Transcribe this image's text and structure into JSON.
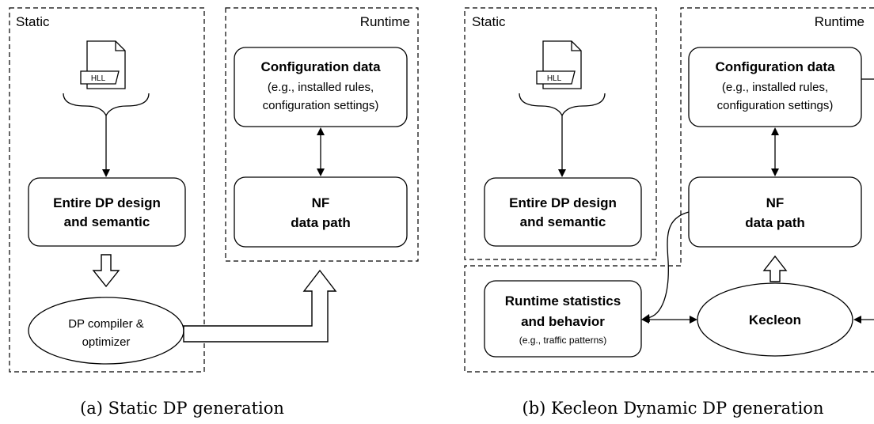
{
  "panel_a": {
    "static_label": "Static",
    "runtime_label": "Runtime",
    "hll_label": "HLL",
    "config_title": "Configuration data",
    "config_line1": "(e.g., installed rules,",
    "config_line2": "configuration settings)",
    "dp_design_line1": "Entire DP design",
    "dp_design_line2": "and semantic",
    "nf_line1": "NF",
    "nf_line2": "data path",
    "compiler_line1": "DP compiler &",
    "compiler_line2": "optimizer",
    "caption": "(a) Static DP generation"
  },
  "panel_b": {
    "static_label": "Static",
    "runtime_label": "Runtime",
    "hll_label": "HLL",
    "config_title": "Configuration data",
    "config_line1": "(e.g., installed rules,",
    "config_line2": "configuration settings)",
    "dp_design_line1": "Entire DP design",
    "dp_design_line2": "and semantic",
    "nf_line1": "NF",
    "nf_line2": "data path",
    "stats_line1": "Runtime statistics",
    "stats_line2": "and behavior",
    "stats_line3": "(e.g., traffic patterns)",
    "kecleon_label": "Kecleon",
    "caption": "(b) Kecleon Dynamic DP generation"
  }
}
